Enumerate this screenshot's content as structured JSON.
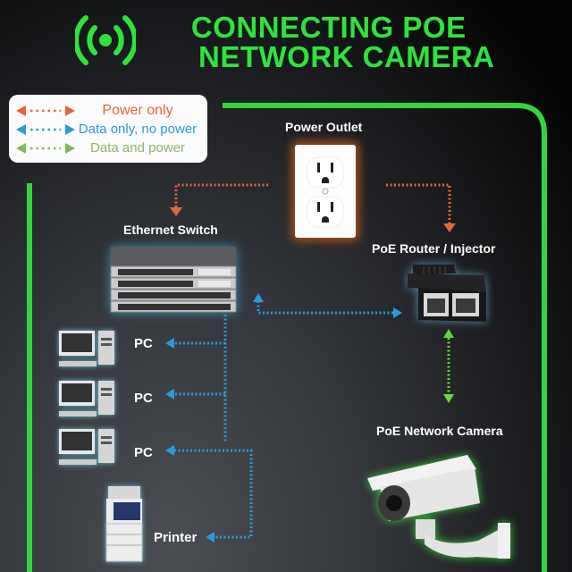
{
  "title": {
    "line1": "CONNECTING POE",
    "line2": "NETWORK CAMERA",
    "icon": "broadcast-icon",
    "color": "#2fe33a"
  },
  "legend": {
    "items": [
      {
        "label": "Power only",
        "color": "#e8653a",
        "icon": "bidirectional-dotted-arrow-icon"
      },
      {
        "label": "Data only, no power",
        "color": "#2b9bd8",
        "icon": "bidirectional-dotted-arrow-icon"
      },
      {
        "label": "Data and power",
        "color": "#7dbb5a",
        "icon": "bidirectional-dotted-arrow-icon"
      }
    ]
  },
  "nodes": {
    "power_outlet": {
      "label": "Power Outlet",
      "icon": "power-outlet-icon"
    },
    "ethernet_switch": {
      "label": "Ethernet Switch",
      "icon": "network-switch-icon"
    },
    "poe_injector": {
      "label": "PoE Router / Injector",
      "icon": "rj45-coupler-icon"
    },
    "camera": {
      "label": "PoE Network Camera",
      "icon": "security-camera-icon"
    },
    "pcs": [
      {
        "label": "PC",
        "icon": "desktop-computer-icon"
      },
      {
        "label": "PC",
        "icon": "desktop-computer-icon"
      },
      {
        "label": "PC",
        "icon": "desktop-computer-icon"
      }
    ],
    "printer": {
      "label": "Printer",
      "icon": "printer-icon"
    }
  },
  "connections": [
    {
      "from": "Power Outlet",
      "to": "Ethernet Switch",
      "type": "Power only"
    },
    {
      "from": "Power Outlet",
      "to": "PoE Router / Injector",
      "type": "Power only"
    },
    {
      "from": "Ethernet Switch",
      "to": "PoE Router / Injector",
      "type": "Data only, no power"
    },
    {
      "from": "Ethernet Switch",
      "to": "PC",
      "type": "Data only, no power"
    },
    {
      "from": "Ethernet Switch",
      "to": "PC",
      "type": "Data only, no power"
    },
    {
      "from": "Ethernet Switch",
      "to": "PC",
      "type": "Data only, no power"
    },
    {
      "from": "Ethernet Switch",
      "to": "Printer",
      "type": "Data only, no power"
    },
    {
      "from": "PoE Router / Injector",
      "to": "PoE Network Camera",
      "type": "Data and power"
    }
  ],
  "colors": {
    "power": "#e8653a",
    "data": "#2b9bd8",
    "data_power": "#5fd83a",
    "frame": "#33d63c"
  }
}
